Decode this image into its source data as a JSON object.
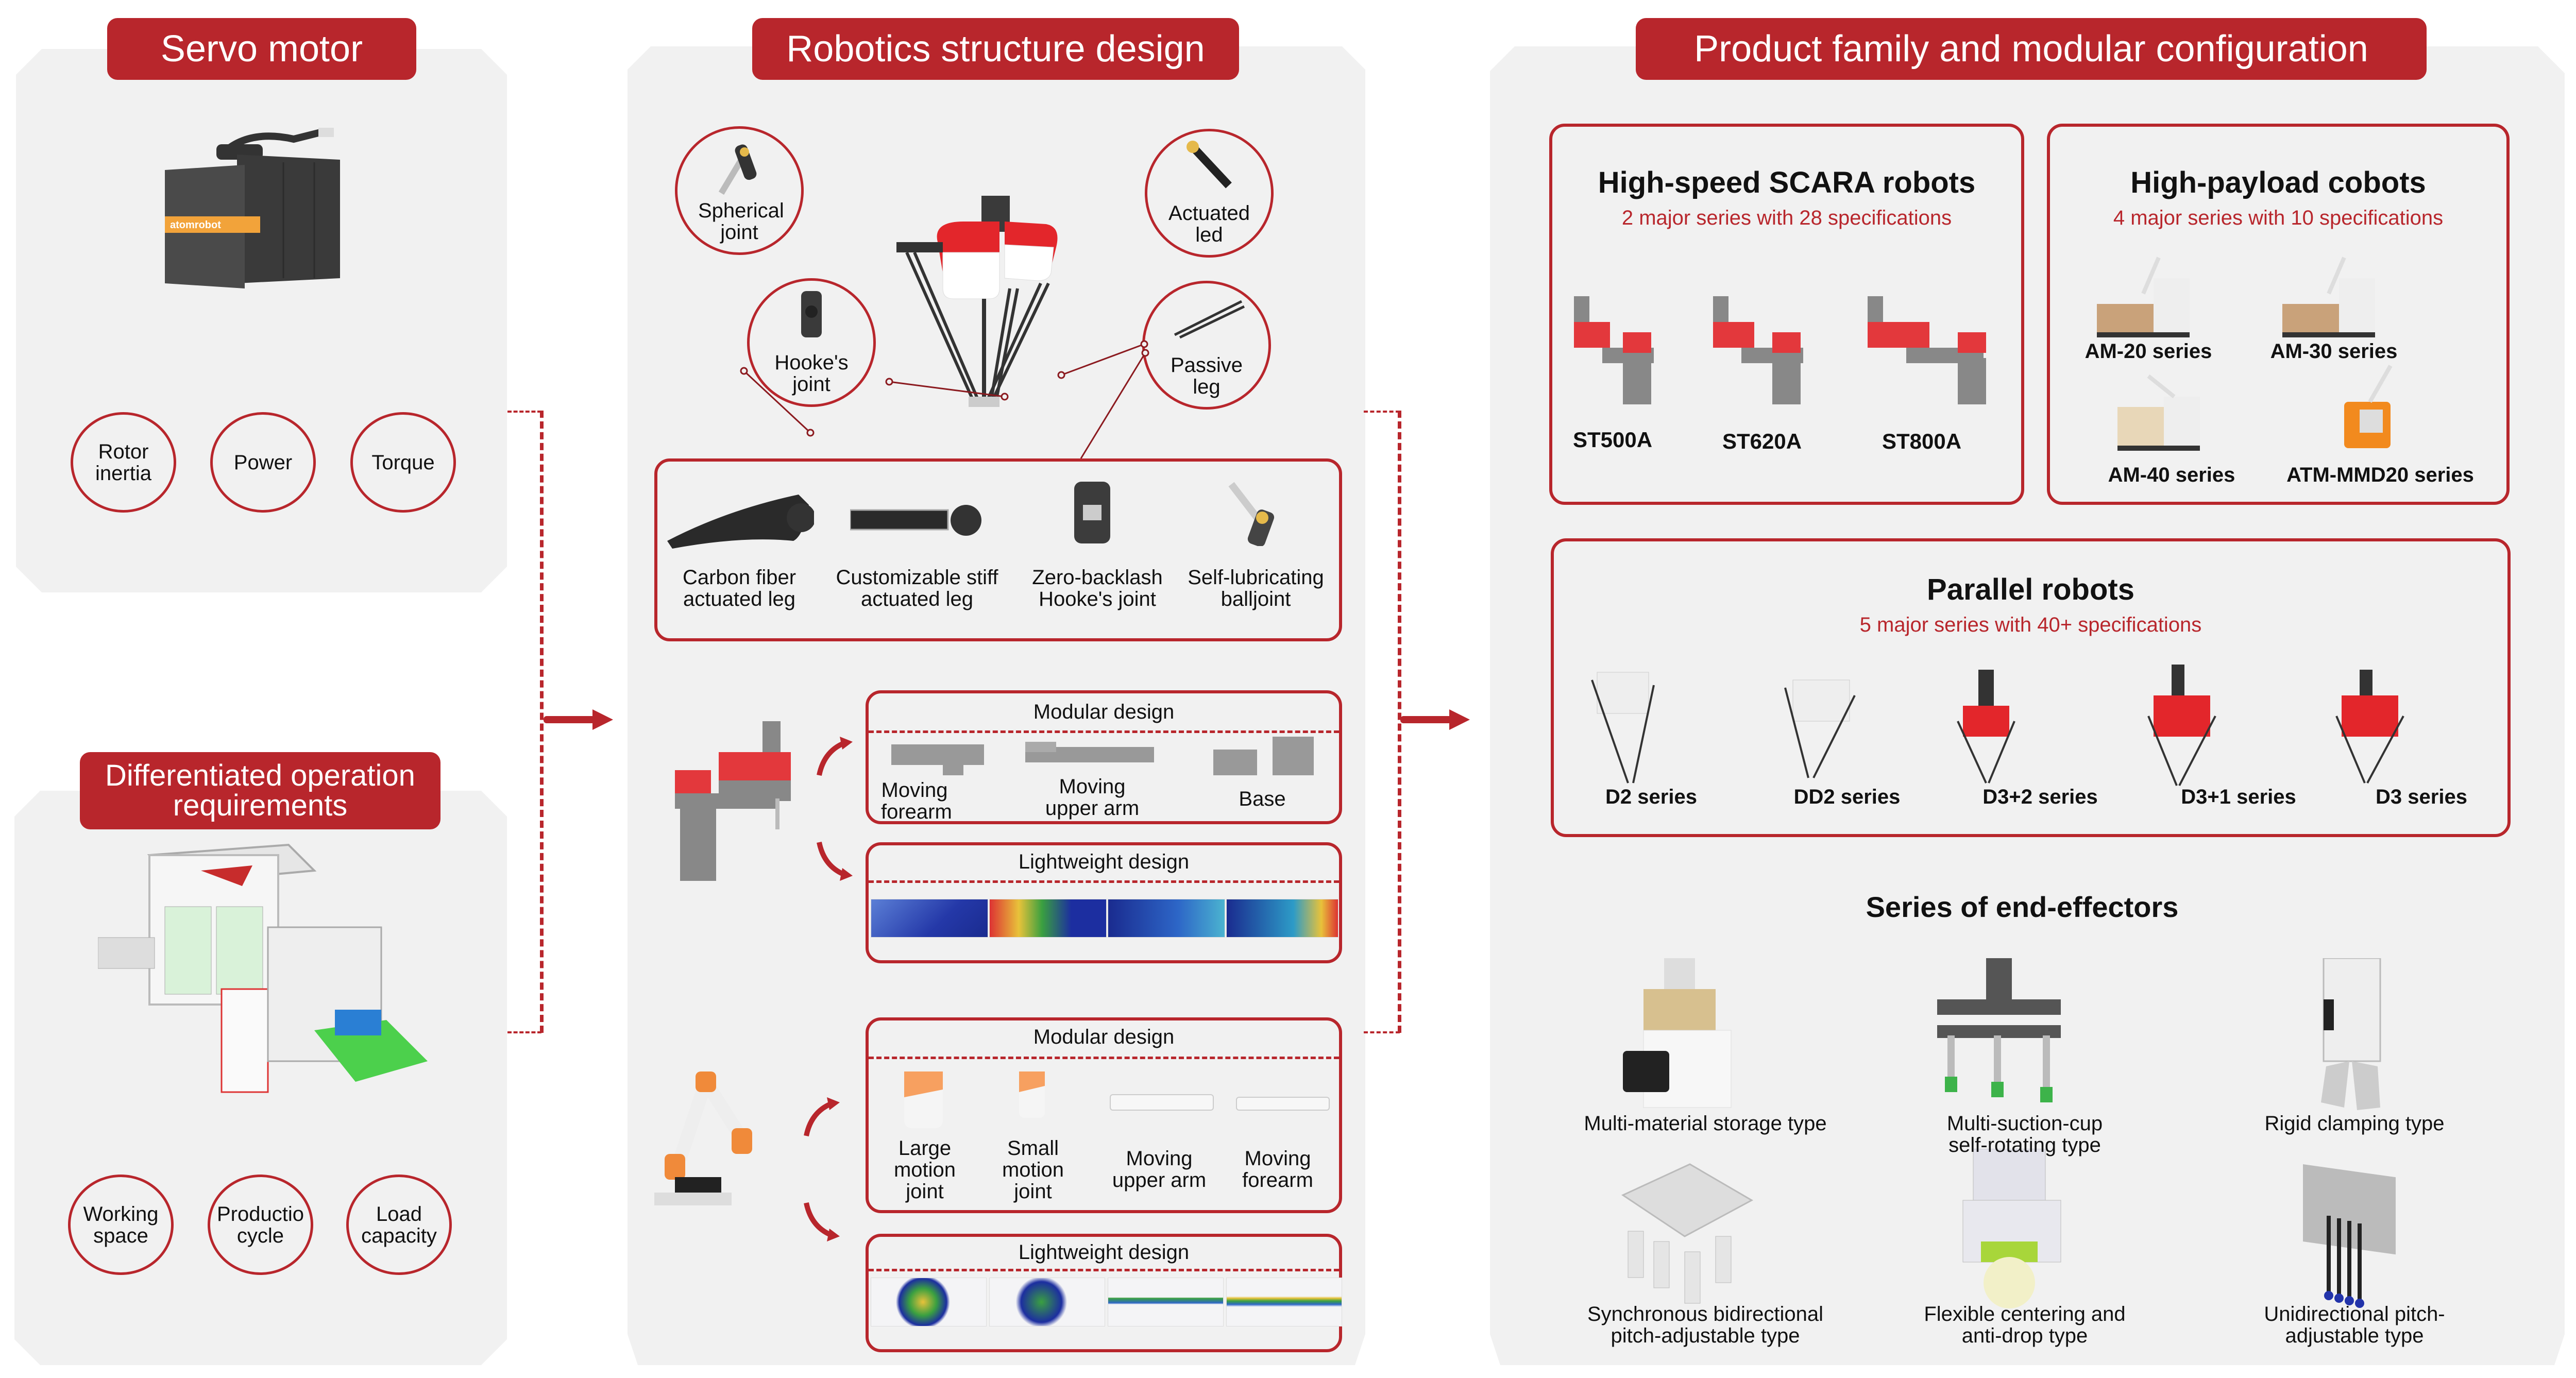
{
  "colors": {
    "accent_red": "#b8262c",
    "panel_bg": "#f1f1f1",
    "page_bg": "#ffffff",
    "text": "#111111"
  },
  "servo_motor": {
    "title": "Servo motor",
    "image": "servo-motor-image",
    "factors": [
      "Rotor inertia",
      "Power",
      "Torque"
    ]
  },
  "differentiated_requirements": {
    "title": "Differentiated operation requirements",
    "image": "workcell-machine-image",
    "factors": [
      "Working space",
      "Productio cycle",
      "Load capacity"
    ]
  },
  "robotics_structure": {
    "title": "Robotics structure design",
    "delta_parts": [
      {
        "label": "Spherical joint"
      },
      {
        "label": "Actuated led"
      },
      {
        "label": "Hooke's joint"
      },
      {
        "label": "Passive leg"
      }
    ],
    "components": [
      {
        "label": "Carbon fiber actuated leg"
      },
      {
        "label": "Customizable stiff actuated leg"
      },
      {
        "label": "Zero-backlash Hooke's joint"
      },
      {
        "label": "Self-lubricating balljoint"
      }
    ],
    "scara": {
      "modular_title": "Modular design",
      "modules": [
        "Moving forearm",
        "Moving upper arm",
        "Base"
      ],
      "lightweight_title": "Lightweight design",
      "fea_count": 4
    },
    "cobot": {
      "modular_title": "Modular design",
      "modules": [
        "Large motion joint",
        "Small motion joint",
        "Moving upper arm",
        "Moving forearm"
      ],
      "lightweight_title": "Lightweight design",
      "fea_count": 4
    }
  },
  "product_family": {
    "title": "Product family and modular configuration",
    "scara": {
      "title": "High-speed SCARA robots",
      "subtitle": "2 major series with 28 specifications",
      "models": [
        "ST500A",
        "ST620A",
        "ST800A"
      ]
    },
    "cobots": {
      "title": "High-payload cobots",
      "subtitle": "4 major series with 10 specifications",
      "models": [
        "AM-20 series",
        "AM-30 series",
        "AM-40 series",
        "ATM-MMD20 series"
      ]
    },
    "parallel": {
      "title": "Parallel robots",
      "subtitle": "5 major series with 40+ specifications",
      "models": [
        "D2 series",
        "DD2 series",
        "D3+2 series",
        "D3+1 series",
        "D3 series"
      ]
    },
    "end_effectors": {
      "title": "Series of end-effectors",
      "items": [
        "Multi-material storage type",
        "Multi-suction-cup self-rotating type",
        "Rigid clamping type",
        "Synchronous bidirectional pitch-adjustable type",
        "Flexible centering and anti-drop type",
        "Unidirectional pitch-adjustable type"
      ]
    }
  }
}
